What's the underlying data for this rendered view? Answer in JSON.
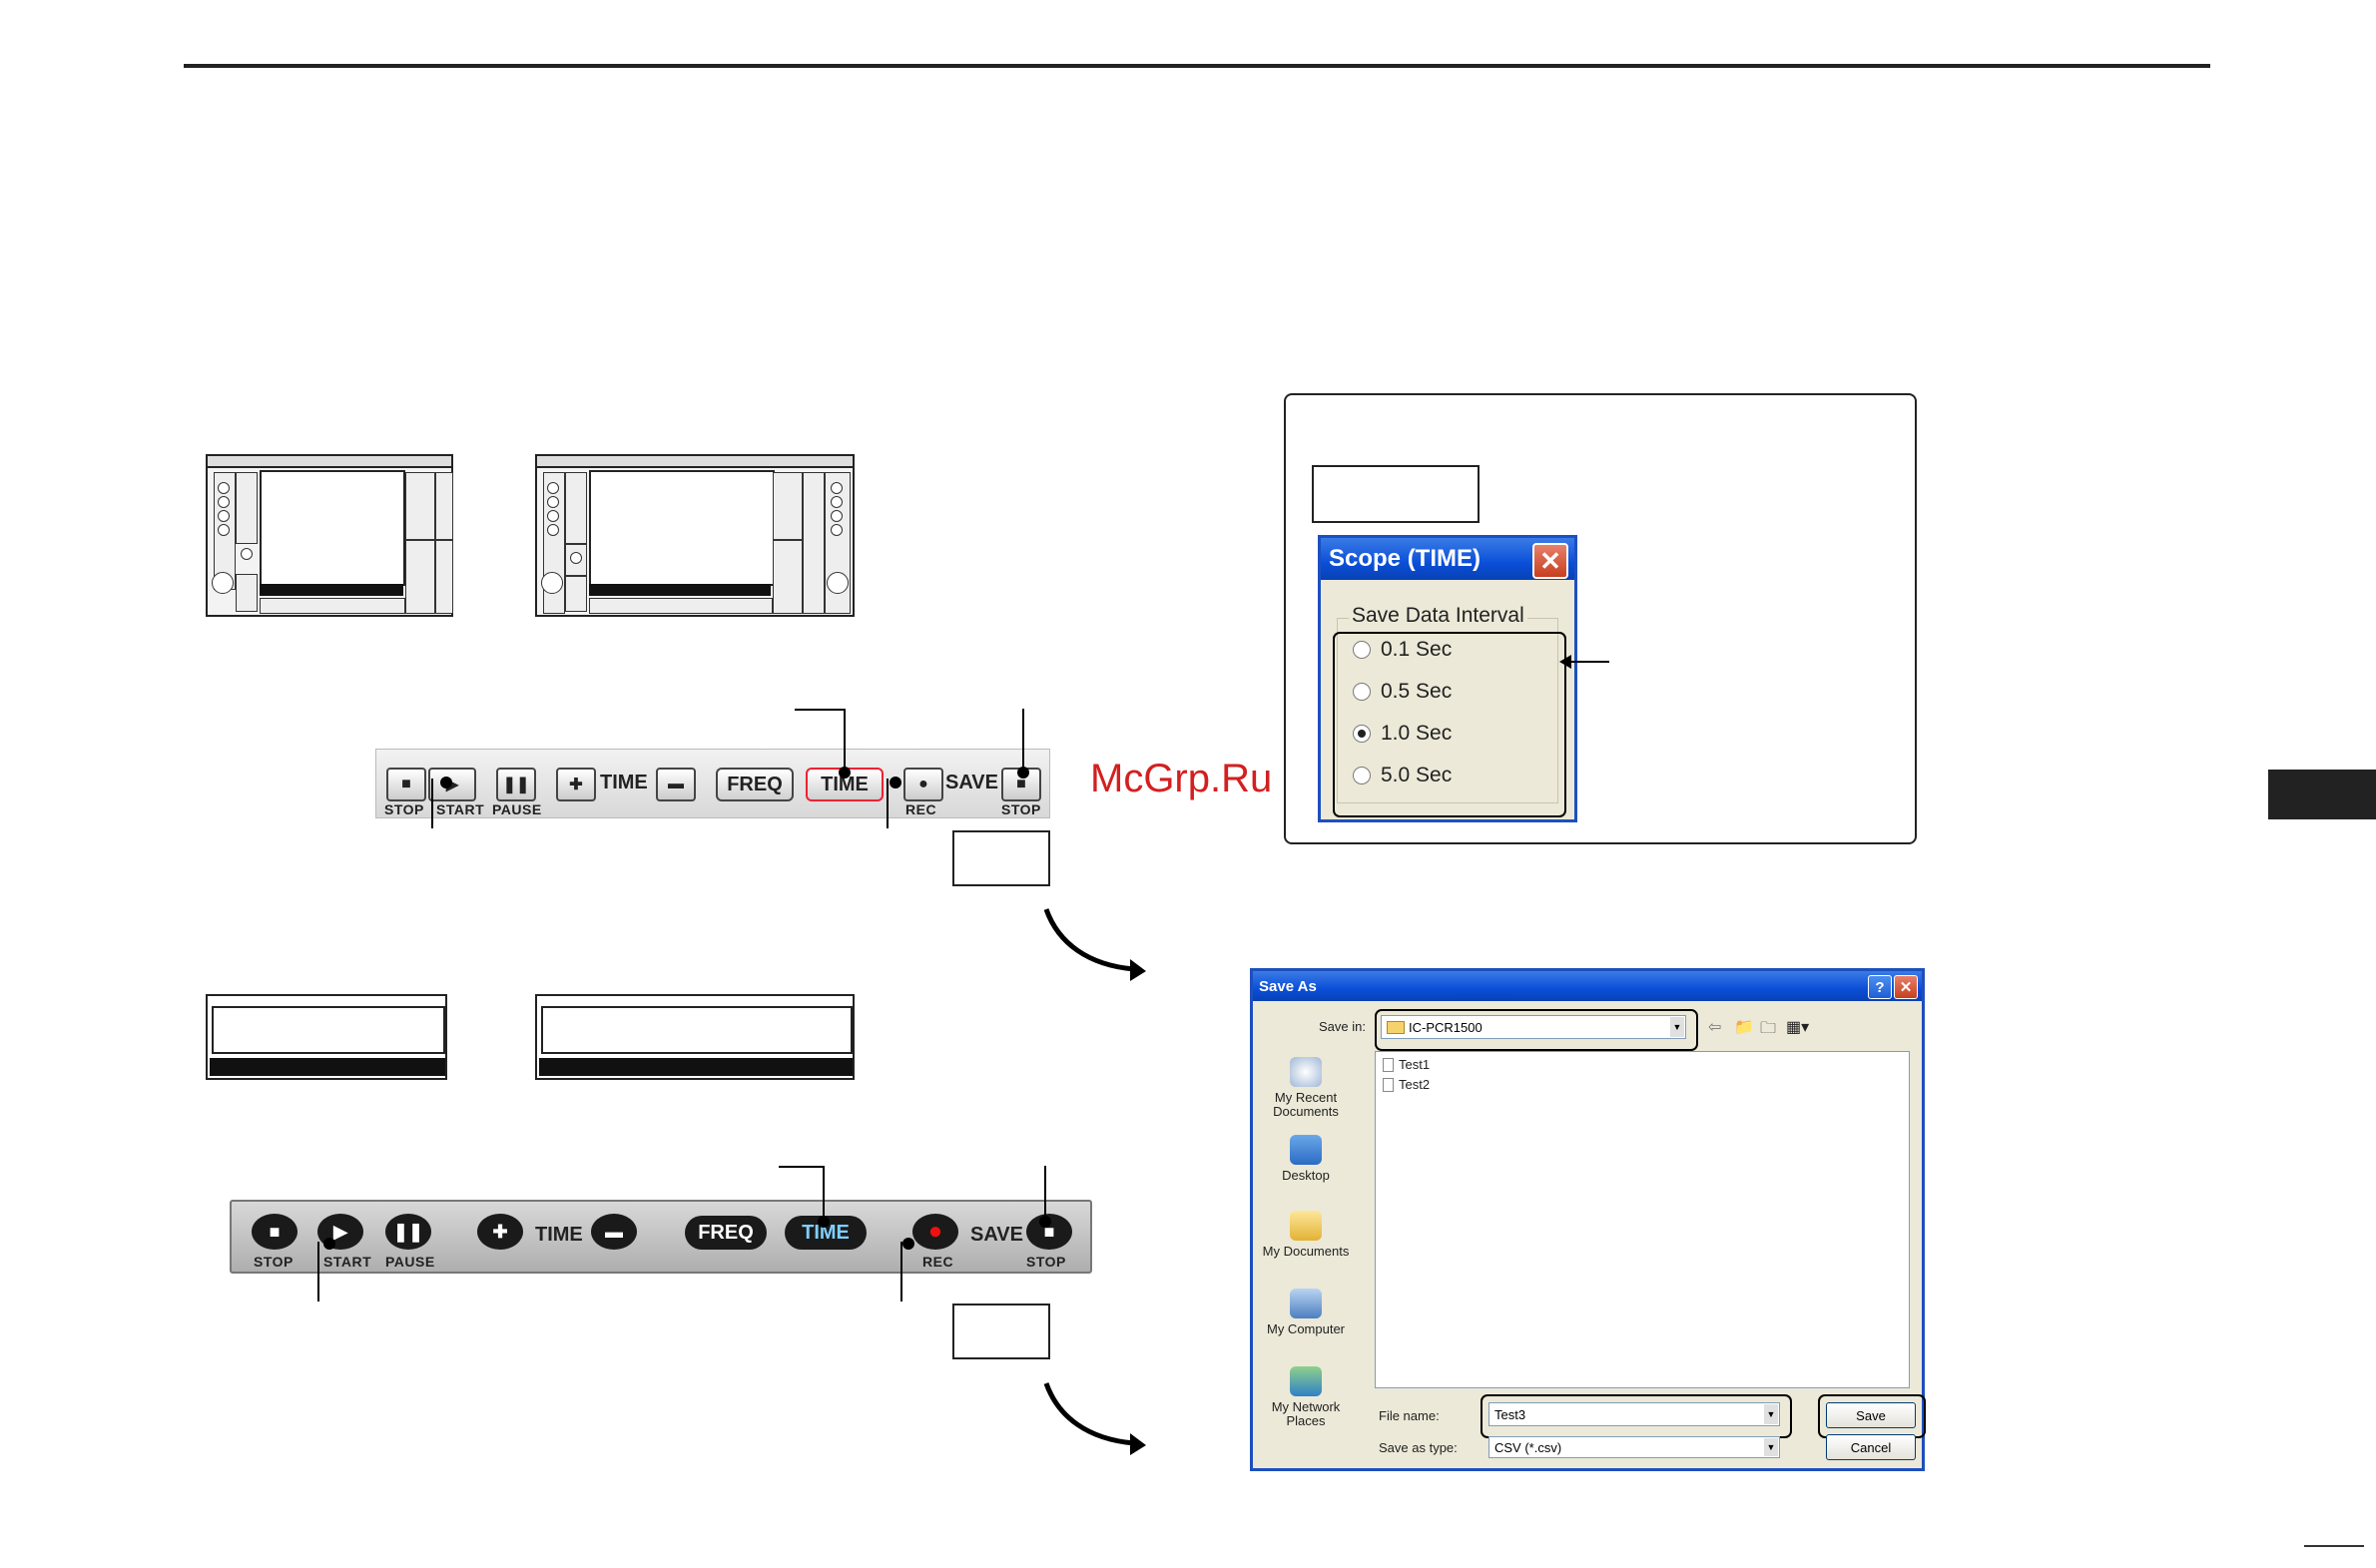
{
  "watermark": "McGrp.Ru",
  "toolbar_classic": {
    "stop": "STOP",
    "start": "START",
    "pause": "PAUSE",
    "time": "TIME",
    "freq": "FREQ",
    "time_btn": "TIME",
    "save": "SAVE",
    "rec": "REC",
    "stop2": "STOP"
  },
  "toolbar_modern": {
    "stop": "STOP",
    "start": "START",
    "pause": "PAUSE",
    "time": "TIME",
    "freq": "FREQ",
    "time_btn": "TIME",
    "save": "SAVE",
    "rec": "REC",
    "stop2": "STOP"
  },
  "scope_dialog": {
    "title": "Scope (TIME)",
    "group_label": "Save Data Interval",
    "options": [
      "0.1 Sec",
      "0.5 Sec",
      "1.0 Sec",
      "5.0 Sec"
    ],
    "selected": "1.0 Sec"
  },
  "save_dialog": {
    "title": "Save As",
    "save_in_label": "Save in:",
    "save_in_value": "IC-PCR1500",
    "files": [
      "Test1",
      "Test2"
    ],
    "places": [
      "My Recent Documents",
      "Desktop",
      "My Documents",
      "My Computer",
      "My Network Places"
    ],
    "file_name_label": "File name:",
    "file_name_value": "Test3",
    "save_type_label": "Save as type:",
    "save_type_value": "CSV (*.csv)",
    "save_button": "Save",
    "cancel_button": "Cancel"
  }
}
